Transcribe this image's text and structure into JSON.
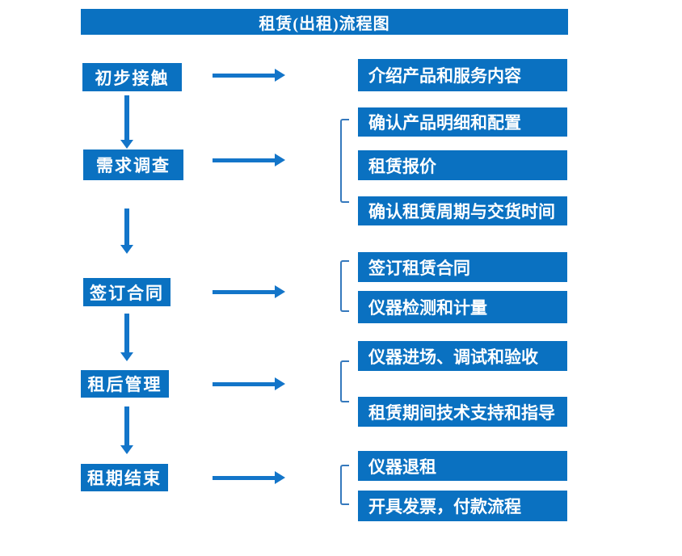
{
  "title": "租赁(出租)流程图",
  "colors": {
    "box_blue": "#0A71C1",
    "arrow_blue": "#1375C9",
    "bracket_blue": "#3579BD",
    "text_white": "#FFFFFF",
    "background": "#FFFFFF"
  },
  "stages": [
    {
      "label": "初步接触",
      "details": [
        "介绍产品和服务内容"
      ]
    },
    {
      "label": "需求调查",
      "details": [
        "确认产品明细和配置",
        "租赁报价",
        "确认租赁周期与交货时间"
      ]
    },
    {
      "label": "签订合同",
      "details": [
        "签订租赁合同",
        "仪器检测和计量"
      ]
    },
    {
      "label": "租后管理",
      "details": [
        "仪器进场、调试和验收",
        "租赁期间技术支持和指导"
      ]
    },
    {
      "label": "租期结束",
      "details": [
        "仪器退租",
        "开具发票，付款流程"
      ]
    }
  ]
}
